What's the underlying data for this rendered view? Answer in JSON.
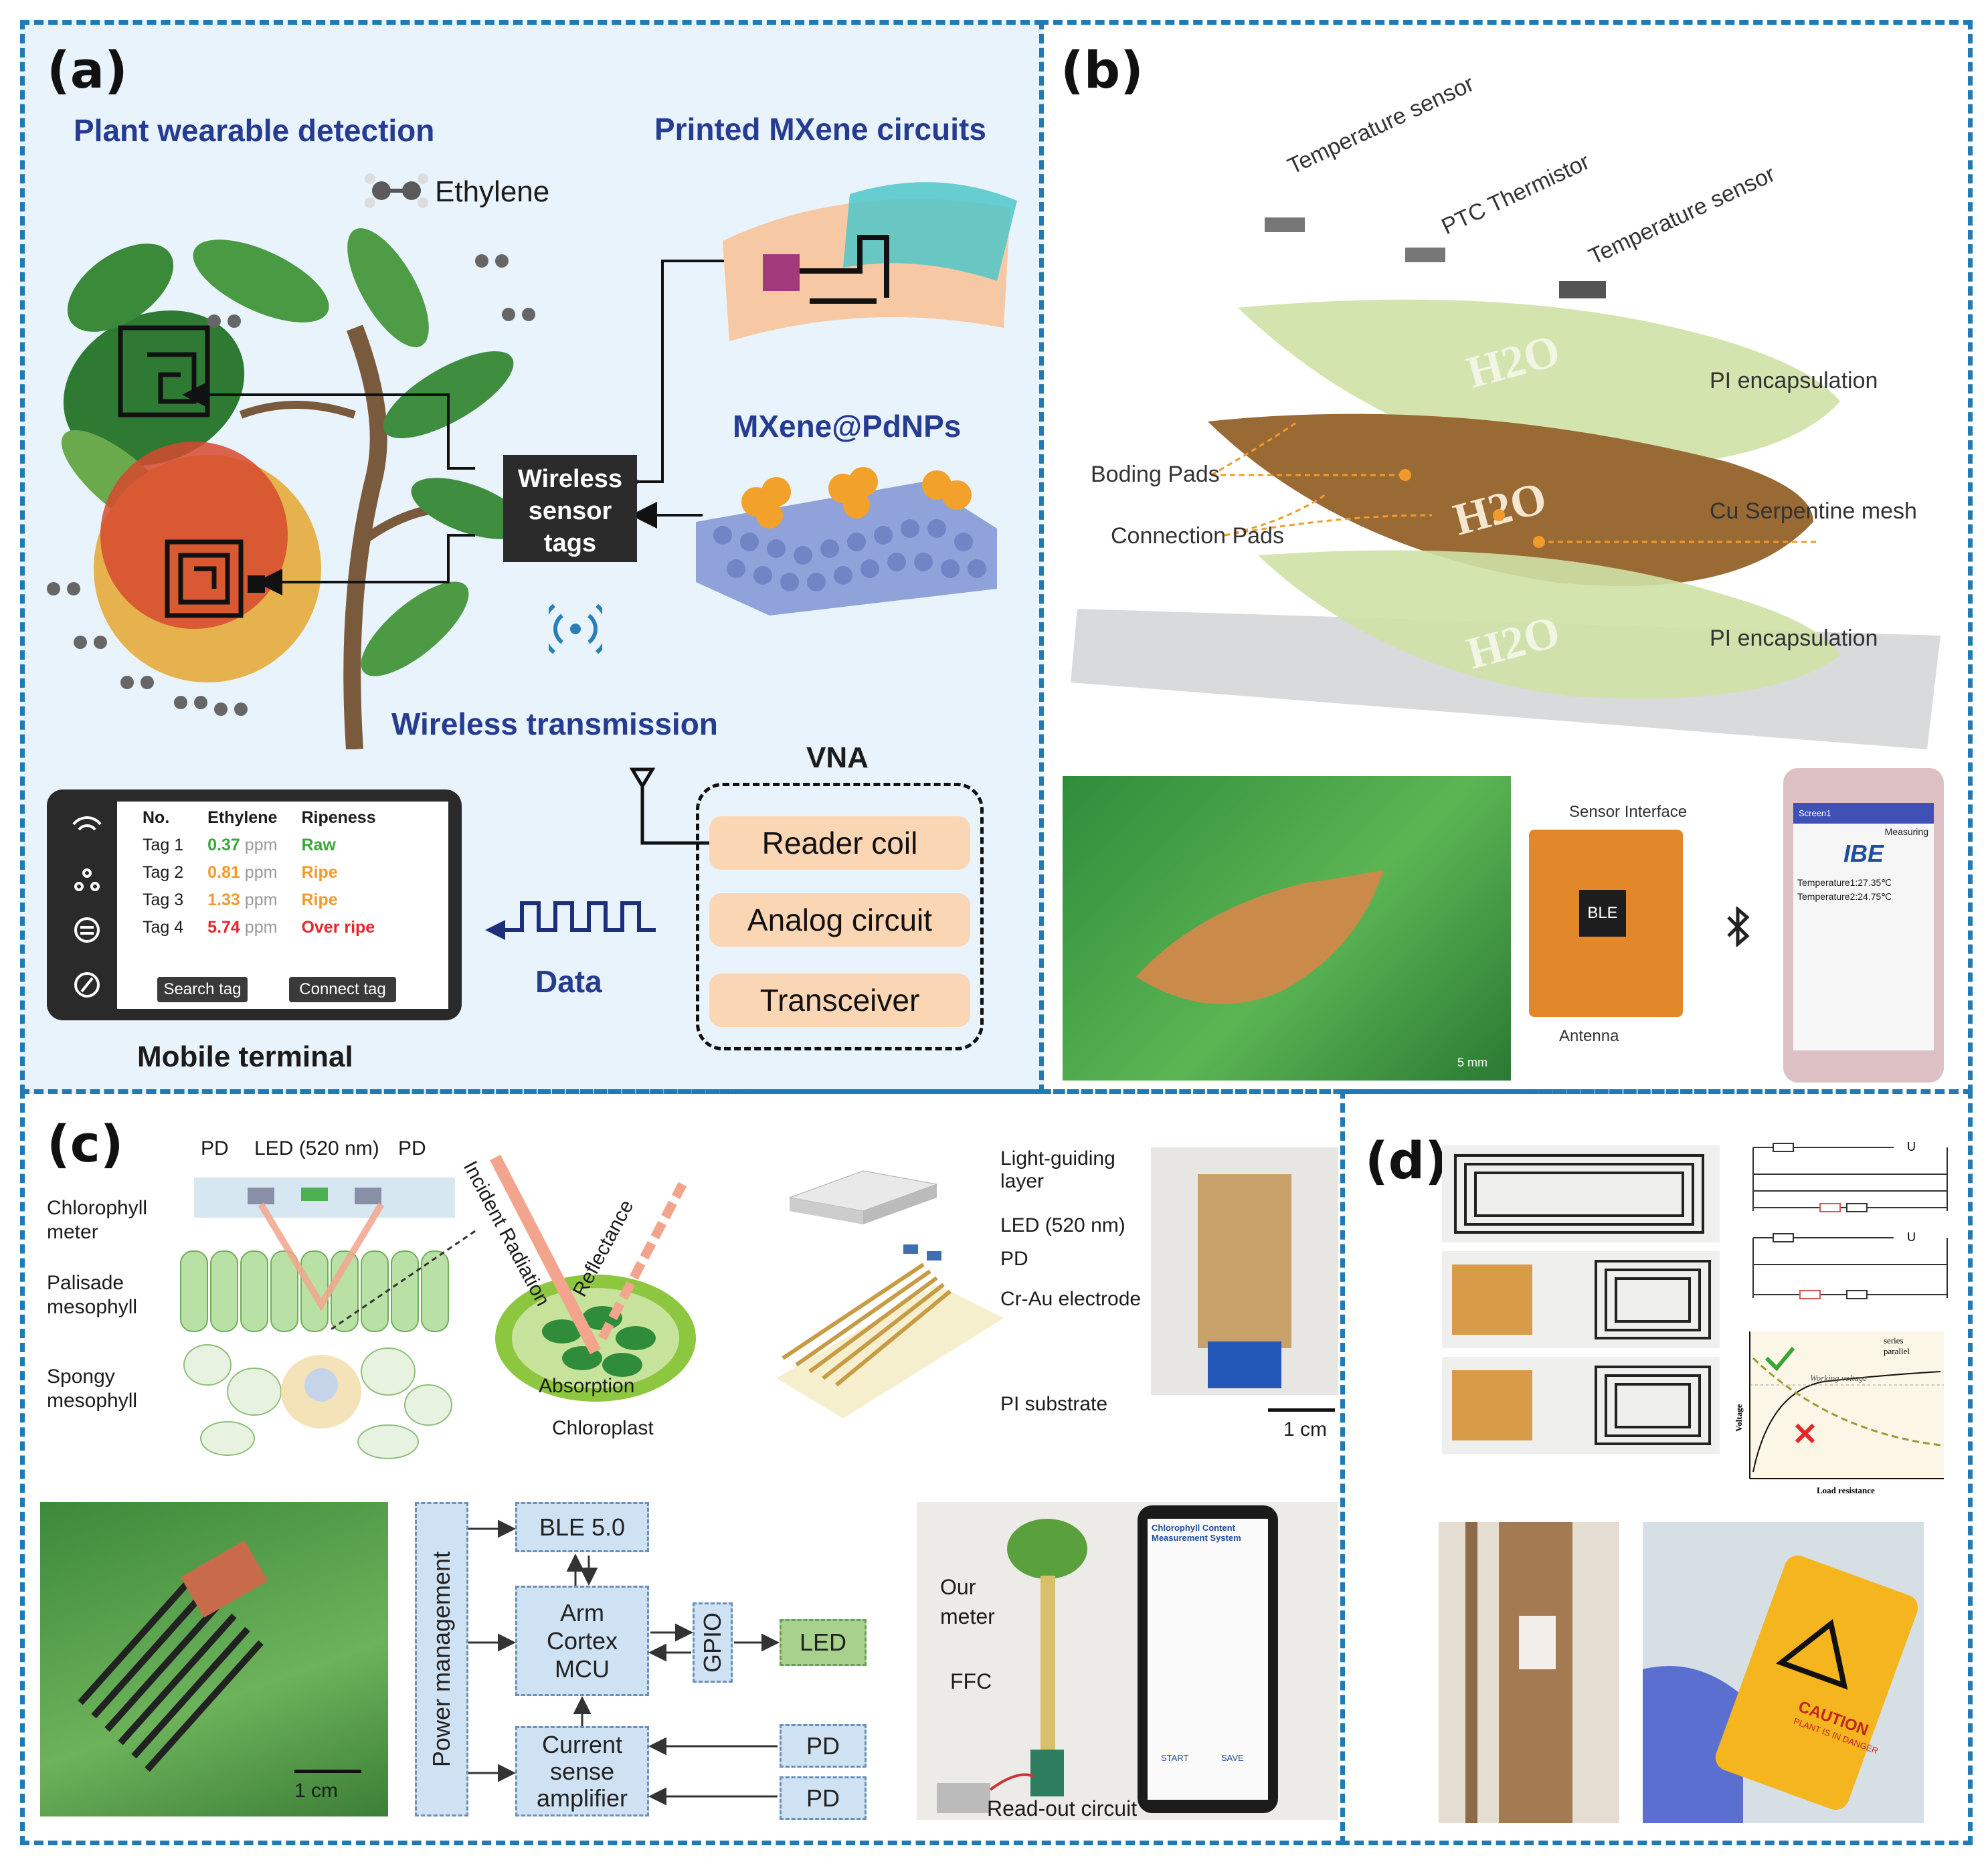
{
  "panel_a": {
    "label": "(a)",
    "heading_left": "Plant wearable detection",
    "heading_right": "Printed MXene circuits",
    "ethylene": "Ethylene",
    "mxene": "MXene@PdNPs",
    "tags_box": [
      "Wireless",
      "sensor",
      "tags"
    ],
    "wireless": "Wireless transmission",
    "vna": "VNA",
    "vna_blocks": [
      "Reader coil",
      "Analog circuit",
      "Transceiver"
    ],
    "data": "Data",
    "mobile_terminal": "Mobile terminal",
    "table": {
      "headers": [
        "No.",
        "Ethylene",
        "Ripeness"
      ],
      "rows": [
        {
          "no": "Tag 1",
          "value": "0.37",
          "unit": "ppm",
          "ripeness": "Raw",
          "color": "#3aa639"
        },
        {
          "no": "Tag 2",
          "value": "0.81",
          "unit": "ppm",
          "ripeness": "Ripe",
          "color": "#f39a2c"
        },
        {
          "no": "Tag 3",
          "value": "1.33",
          "unit": "ppm",
          "ripeness": "Ripe",
          "color": "#f39a2c"
        },
        {
          "no": "Tag 4",
          "value": "5.74",
          "unit": "ppm",
          "ripeness": "Over ripe",
          "color": "#e8262a"
        }
      ],
      "buttons": [
        "Search tag",
        "Connect tag"
      ]
    }
  },
  "panel_b": {
    "label": "(b)",
    "temp_sensor_1": "Temperature sensor",
    "ptc": "PTC Thermistor",
    "temp_sensor_2": "Temperature sensor",
    "pi_top": "PI encapsulation",
    "boding_pads": "Boding Pads",
    "cu_mesh": "Cu Serpentine mesh",
    "connection_pads": "Connection Pads",
    "pi_bottom": "PI encapsulation",
    "h2o": "H2O",
    "scale": "5 mm",
    "sensor_interface": "Sensor Interface",
    "ble": "BLE",
    "antenna": "Antenna",
    "bluetooth_icon": "bluetooth-icon",
    "phone": {
      "screen_title": "Screen1",
      "measuring": "Measuring",
      "logo": "IBE",
      "temp1": "Temperature1:27.35℃",
      "temp2": "Temperature2:24.75℃"
    }
  },
  "panel_c": {
    "label": "(c)",
    "pd_left": "PD",
    "led": "LED (520 nm)",
    "pd_right": "PD",
    "chlorophyll_meter": [
      "Chlorophyll",
      "meter"
    ],
    "palisade": [
      "Palisade",
      "mesophyll"
    ],
    "spongy": [
      "Spongy",
      "mesophyll"
    ],
    "incident": "Incident Radiation",
    "reflectance": "Reflectance",
    "absorption": "Absorption",
    "chloroplast": "Chloroplast",
    "light_guiding": [
      "Light-guiding",
      "layer"
    ],
    "led2": "LED (520 nm)",
    "pd2": "PD",
    "electrode": "Cr-Au electrode",
    "substrate": "PI substrate",
    "scale1": "1 cm",
    "scale2": "1 cm",
    "power": "Power management",
    "ble5": "BLE 5.0",
    "mcu": [
      "Arm",
      "Cortex",
      "MCU"
    ],
    "gpio": "GPIO",
    "led_block": "LED",
    "current": [
      "Current",
      "sense",
      "amplifier"
    ],
    "pd_block1": "PD",
    "pd_block2": "PD",
    "our_meter": [
      "Our",
      "meter"
    ],
    "ffc": "FFC",
    "readout": "Read-out circuit",
    "phone_title": [
      "Chlorophyll Content",
      "Measurement System"
    ],
    "phone_buttons": [
      "START",
      "SAVE"
    ]
  },
  "panel_d": {
    "label": "(d)",
    "chart": {
      "legend": [
        "series",
        "parallel"
      ],
      "working_voltage": "Working voltage",
      "ylabel": "Voltage",
      "xlabel": "Load resistance"
    },
    "circuit_u": "U",
    "caution": "CAUTION",
    "caution_sub": "PLANT IS IN DANGER"
  },
  "colors": {
    "dash_border": "#1f7ab5",
    "heading_blue": "#263c91",
    "peach_box": "#fbd6b5",
    "block_blue": "#cfe2f3",
    "led_green": "#a9d18e"
  }
}
